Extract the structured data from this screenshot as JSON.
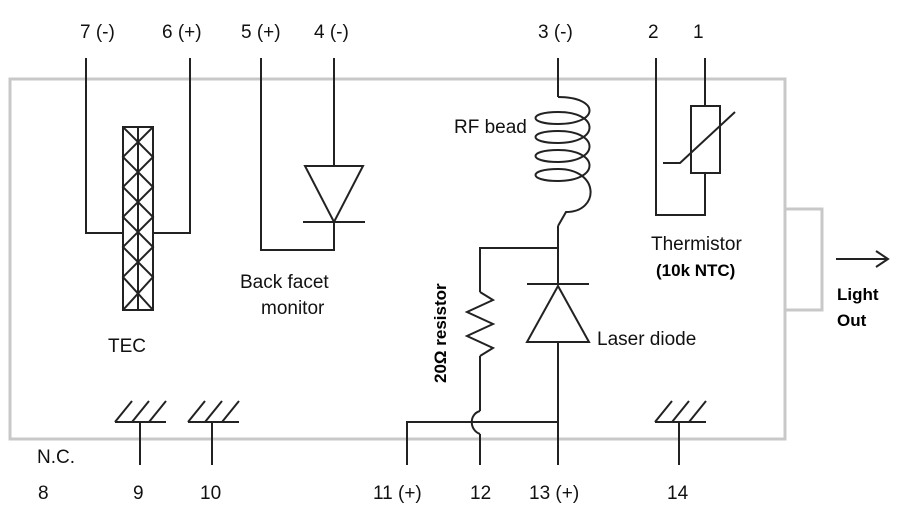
{
  "pins_top": {
    "p7": "7 (-)",
    "p6": "6 (+)",
    "p5": "5 (+)",
    "p4": "4 (-)",
    "p3": "3 (-)",
    "p2": "2",
    "p1": "1"
  },
  "pins_bottom": {
    "nc": "N.C.",
    "p8": "8",
    "p9": "9",
    "p10": "10",
    "p11": "11 (+)",
    "p12": "12",
    "p13": "13 (+)",
    "p14": "14"
  },
  "labels": {
    "tec": "TEC",
    "back_facet_line1": "Back facet",
    "back_facet_line2": "monitor",
    "rf_bead": "RF bead",
    "thermistor": "Thermistor",
    "ntc": "(10k NTC)",
    "resistor": "20Ω resistor",
    "laser_diode": "Laser diode",
    "light_line1": "Light",
    "light_line2": "Out"
  }
}
